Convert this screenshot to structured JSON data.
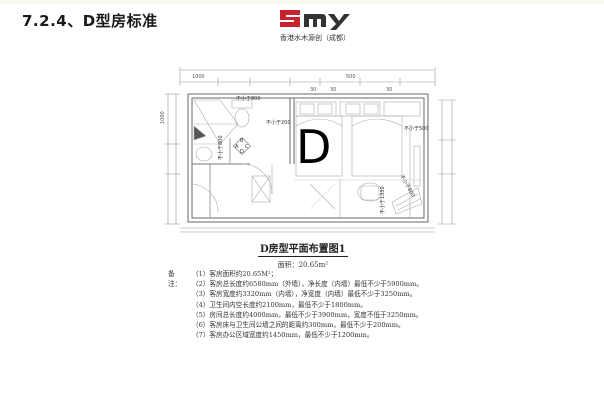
{
  "page": {
    "title": "7.2.4、D型房标准"
  },
  "logo": {
    "mark": "SMY",
    "subtitle": "香港水木源创（成都）",
    "colors": {
      "s": "#c8232c",
      "my": "#333333"
    }
  },
  "floorplan": {
    "room_letter": "D",
    "top_dimensions": [
      "1000",
      "500"
    ],
    "sub_dimensions": [
      "30",
      "30",
      "30"
    ],
    "left_dimension": "1000",
    "clearance_labels": [
      "不小于800",
      "不小于200",
      "不小于500",
      "不小于800",
      "不小于1350",
      "不小于800"
    ],
    "fixture_labels": [
      "A",
      "B",
      "C",
      "D"
    ]
  },
  "caption": {
    "title": "D房型平面布置图1",
    "area": "面积：20.65m²"
  },
  "notes": {
    "label": "备注：",
    "items": [
      "（1）客房面积约20.65M²；",
      "（2）客房总长度约6580mm（外墙），净长度（内墙）最低不少于5900mm。",
      "（3）客房宽度约3320mm（内墙），净宽度（内墙）最低不少于3250mm。",
      "（4）卫生间内空长度约2100mm，最低不少于1800mm。",
      "（5）房间总长度约4000mm，最低不少于3900mm，宽度不低于3250mm。",
      "（6）客房床与卫生间公墙之间的距离约300mm，最低不少于200mm。",
      "（7）客房办公区域宽度约1450mm，最低不少于1200mm。"
    ]
  }
}
